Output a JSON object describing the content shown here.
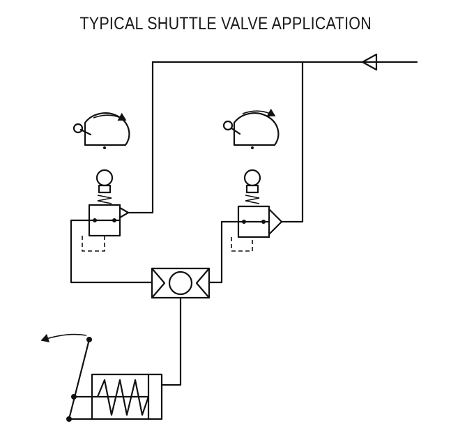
{
  "diagram": {
    "title": "TYPICAL SHUTTLE VALVE APPLICATION"
  },
  "components": [
    {
      "id": "supply-inlet",
      "type": "air-supply-triangle"
    },
    {
      "id": "cam-valve-left",
      "type": "cam-roller-actuated-valve"
    },
    {
      "id": "cam-valve-right",
      "type": "cam-roller-actuated-valve"
    },
    {
      "id": "shuttle-valve",
      "type": "shuttle-valve"
    },
    {
      "id": "cylinder",
      "type": "spring-return-cylinder"
    },
    {
      "id": "linkage",
      "type": "lever-linkage"
    }
  ]
}
